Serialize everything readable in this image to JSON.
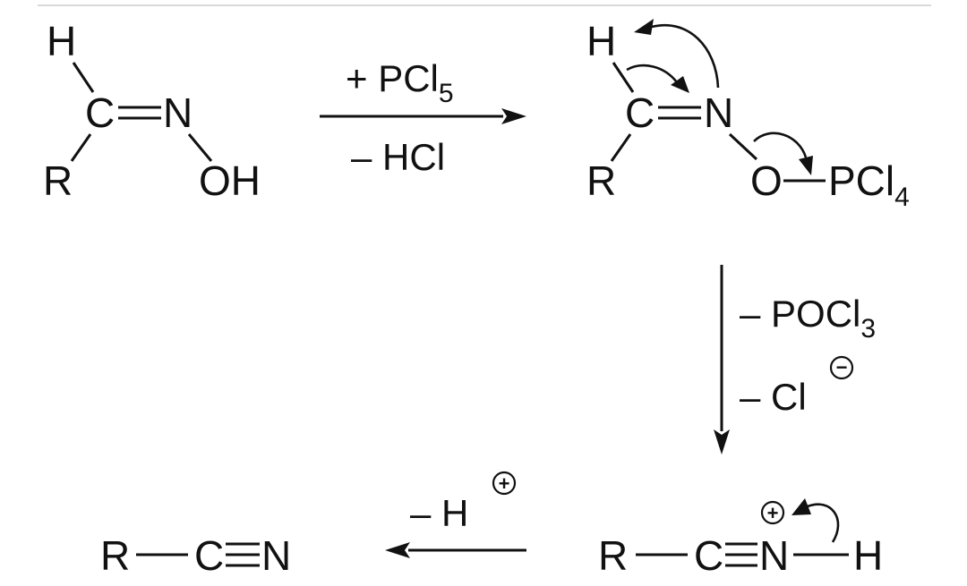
{
  "reagents": {
    "step1_above": "+ PCl",
    "step1_above_sub": "5",
    "step1_below": "– HCl",
    "step2_line1": "– POCl",
    "step2_line1_sub": "3",
    "step2_line2": "– Cl",
    "step3_above": "– H"
  },
  "atoms": {
    "h": "H",
    "c": "C",
    "n": "N",
    "o": "O",
    "r": "R",
    "oh": "OH",
    "pcl": "PCl",
    "pcl_sub": "4"
  },
  "charges": {
    "plus": "+",
    "minus": "−"
  },
  "colors": {
    "ink": "#111111",
    "background": "#ffffff"
  }
}
